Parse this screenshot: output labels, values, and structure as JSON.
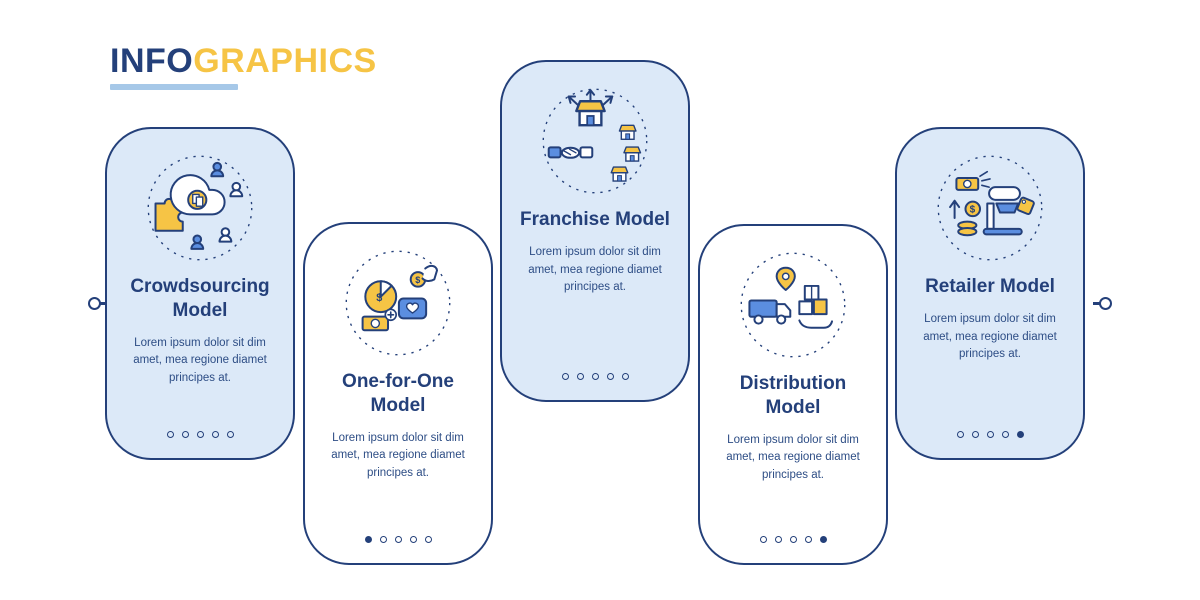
{
  "header": {
    "title_primary": "INFO",
    "title_secondary": "GRAPHICS"
  },
  "cards": [
    {
      "title": "Crowdsourcing Model",
      "description": "Lorem ipsum dolor sit dim amet, mea regione diamet principes at.",
      "icon": "crowdsourcing-icon",
      "style": "filled",
      "dots_total": 5,
      "active_dot": -1
    },
    {
      "title": "One-for-One Model",
      "description": "Lorem ipsum dolor sit dim amet, mea regione diamet principes at.",
      "icon": "one-for-one-icon",
      "style": "outline",
      "dots_total": 5,
      "active_dot": 0
    },
    {
      "title": "Franchise Model",
      "description": "Lorem ipsum dolor sit dim amet, mea regione diamet principes at.",
      "icon": "franchise-icon",
      "style": "filled",
      "dots_total": 5,
      "active_dot": -1
    },
    {
      "title": "Distribution Model",
      "description": "Lorem ipsum dolor sit dim amet, mea regione diamet principes at.",
      "icon": "distribution-icon",
      "style": "outline",
      "dots_total": 5,
      "active_dot": 4
    },
    {
      "title": "Retailer Model",
      "description": "Lorem ipsum dolor sit dim amet, mea regione diamet principes at.",
      "icon": "retailer-icon",
      "style": "filled",
      "dots_total": 5,
      "active_dot": 4
    }
  ],
  "colors": {
    "navy": "#24407a",
    "yellow": "#f6c445",
    "card_fill": "#dce9f8",
    "accent_blue": "#5b8ee0",
    "underline": "#a6c8e8",
    "background": "#ffffff"
  }
}
